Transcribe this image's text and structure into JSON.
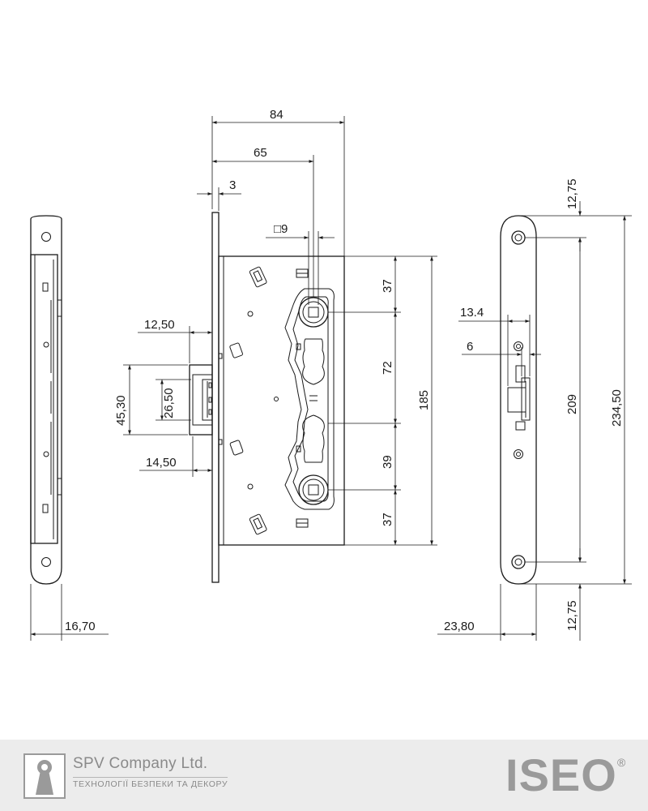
{
  "dimensions": {
    "width_total": "84",
    "to_spindle": "65",
    "faceplate": "3",
    "spindle_square": "□9",
    "latch_projection": "12,50",
    "latch_height": "45,30",
    "latch_inner": "26,50",
    "latch_depth": "14,50",
    "faceplate_width": "16,70",
    "top_seg": "37",
    "mid_seg": "72",
    "lower_seg": "39",
    "bottom_seg": "37",
    "case_height": "185",
    "screw_top": "12,75",
    "screw_bottom": "12,75",
    "faceplate_hole_dist": "209",
    "faceplate_length": "234,50",
    "latch_width": "13.4",
    "latch_offset": "6",
    "faceplate_front_width": "23,80"
  },
  "footer": {
    "company_name": "SPV Company Ltd.",
    "company_tagline": "ТЕХНОЛОГІЇ БЕЗПЕКИ ТА ДЕКОРУ",
    "brand_letters": [
      "I",
      "S",
      "E",
      "O"
    ],
    "brand_registered": "®",
    "brand_color": "#9a9a9a",
    "brand_accent_color": "#e2404b"
  }
}
